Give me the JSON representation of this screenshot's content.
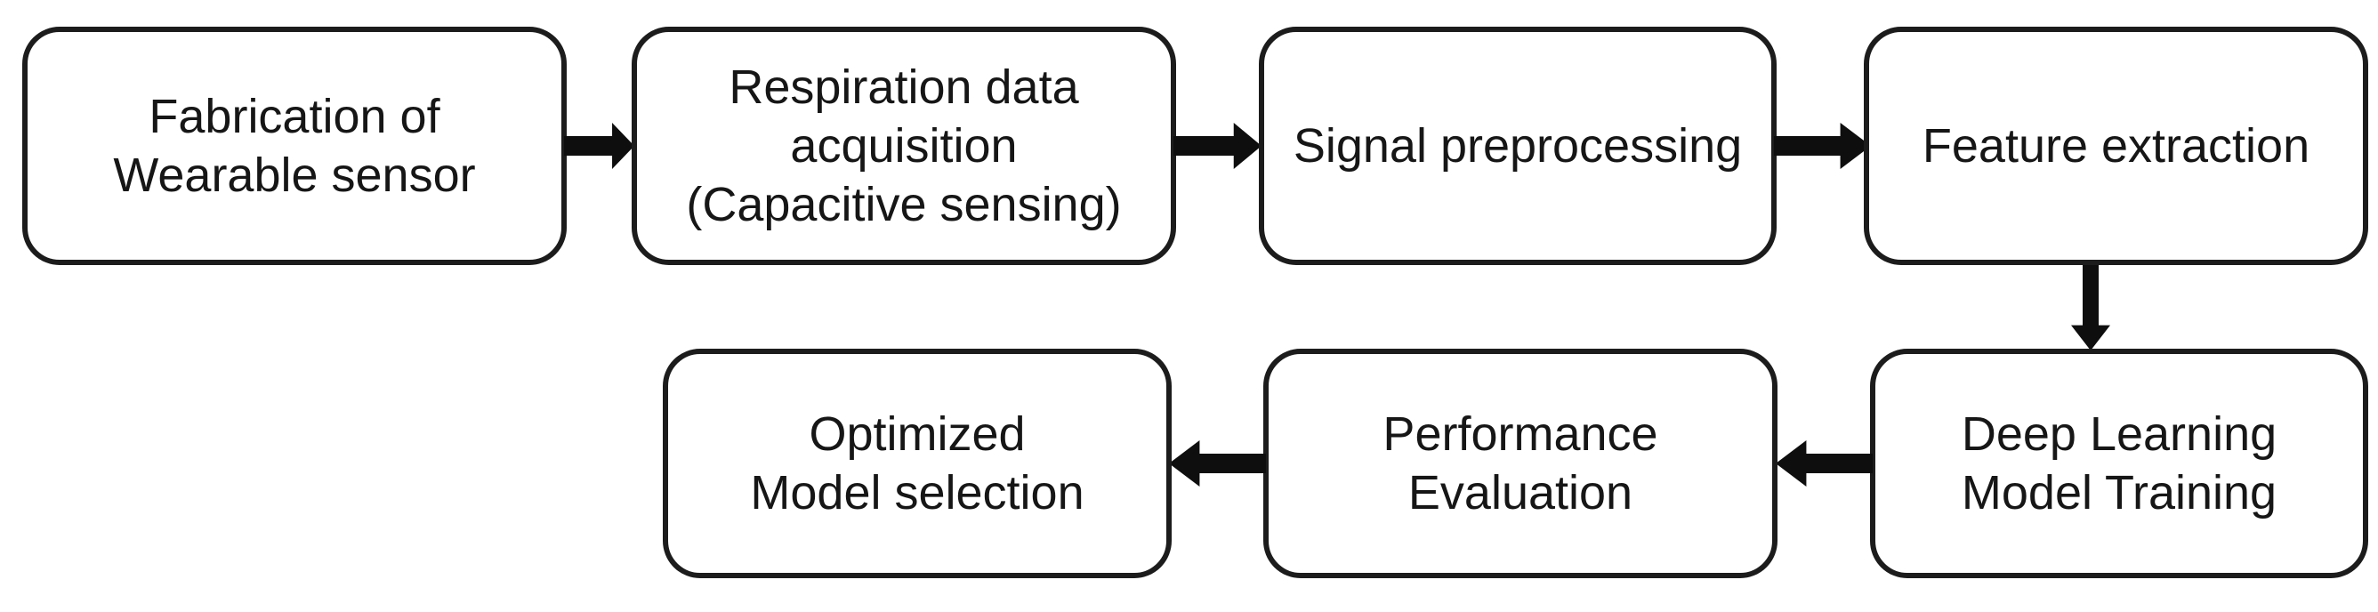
{
  "diagram": {
    "type": "flowchart",
    "description": "Workflow pipeline of wearable respiration sensing with deep learning",
    "colors": {
      "background": "#ffffff",
      "box_fill": "#ffffff",
      "box_border": "#1c1c1c",
      "text": "#161616",
      "arrow": "#0e0e0e"
    },
    "boxes": [
      {
        "id": "fabrication-of-wearable-sensor",
        "lines": [
          "Fabrication of",
          "Wearable sensor"
        ]
      },
      {
        "id": "respiration-data-acquisition",
        "lines": [
          "Respiration data",
          "acquisition",
          "(Capacitive sensing)"
        ]
      },
      {
        "id": "signal-preprocessing",
        "lines": [
          "Signal preprocessing"
        ]
      },
      {
        "id": "feature-extraction",
        "lines": [
          "Feature extraction"
        ]
      },
      {
        "id": "deep-learning-model-training",
        "lines": [
          "Deep Learning",
          "Model Training"
        ]
      },
      {
        "id": "performance-evaluation",
        "lines": [
          "Performance",
          "Evaluation"
        ]
      },
      {
        "id": "optimized-model-selection",
        "lines": [
          "Optimized",
          "Model selection"
        ]
      }
    ],
    "arrows": [
      {
        "from": "Fabrication of Wearable sensor",
        "to": "Respiration data acquisition (Capacitive sensing)",
        "direction": "right"
      },
      {
        "from": "Respiration data acquisition (Capacitive sensing)",
        "to": "Signal preprocessing",
        "direction": "right"
      },
      {
        "from": "Signal preprocessing",
        "to": "Feature extraction",
        "direction": "right"
      },
      {
        "from": "Feature extraction",
        "to": "Deep Learning Model Training",
        "direction": "down"
      },
      {
        "from": "Deep Learning Model Training",
        "to": "Performance Evaluation",
        "direction": "left"
      },
      {
        "from": "Performance Evaluation",
        "to": "Optimized Model selection",
        "direction": "left"
      }
    ]
  }
}
